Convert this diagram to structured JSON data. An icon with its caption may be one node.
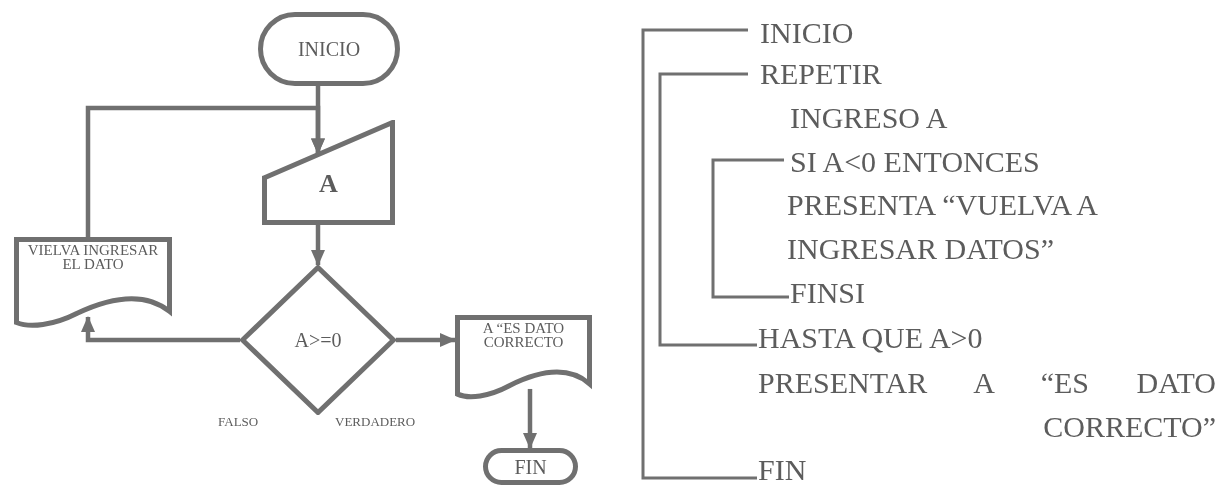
{
  "diagram": {
    "nodes": [
      {
        "text": [
          "INICIO"
        ]
      },
      {
        "text": [
          "A"
        ]
      },
      {
        "text": [
          "A>=0"
        ]
      },
      {
        "text": [
          "VIELVA INGRESAR EL DATO"
        ]
      },
      {
        "text": [
          "A “ES DATO CORRECTO"
        ]
      },
      {
        "text": [
          "FIN"
        ]
      }
    ],
    "edges": [
      {
        "from": 0,
        "to": 1,
        "arrow": "to"
      },
      {
        "from": 1,
        "to": 2,
        "arrow": "to"
      },
      {
        "from": 2,
        "to": 3,
        "arrow": "to"
      },
      {
        "from": 3,
        "to": 1,
        "arrow": "to"
      },
      {
        "from": 2,
        "to": 4,
        "arrow": "to"
      },
      {
        "from": 4,
        "to": 5,
        "arrow": "to"
      }
    ],
    "labels": [
      "FALSO",
      "VERDADERO",
      "INICIO",
      "REPETIR",
      "INGRESO A",
      "SI A<0 ENTONCES",
      "PRESENTA “VUELVA A INGRESAR DATOS”",
      "FINSI",
      "HASTA QUE A>0",
      "PRESENTAR A “ES DATO CORRECTO”",
      "FIN"
    ]
  }
}
